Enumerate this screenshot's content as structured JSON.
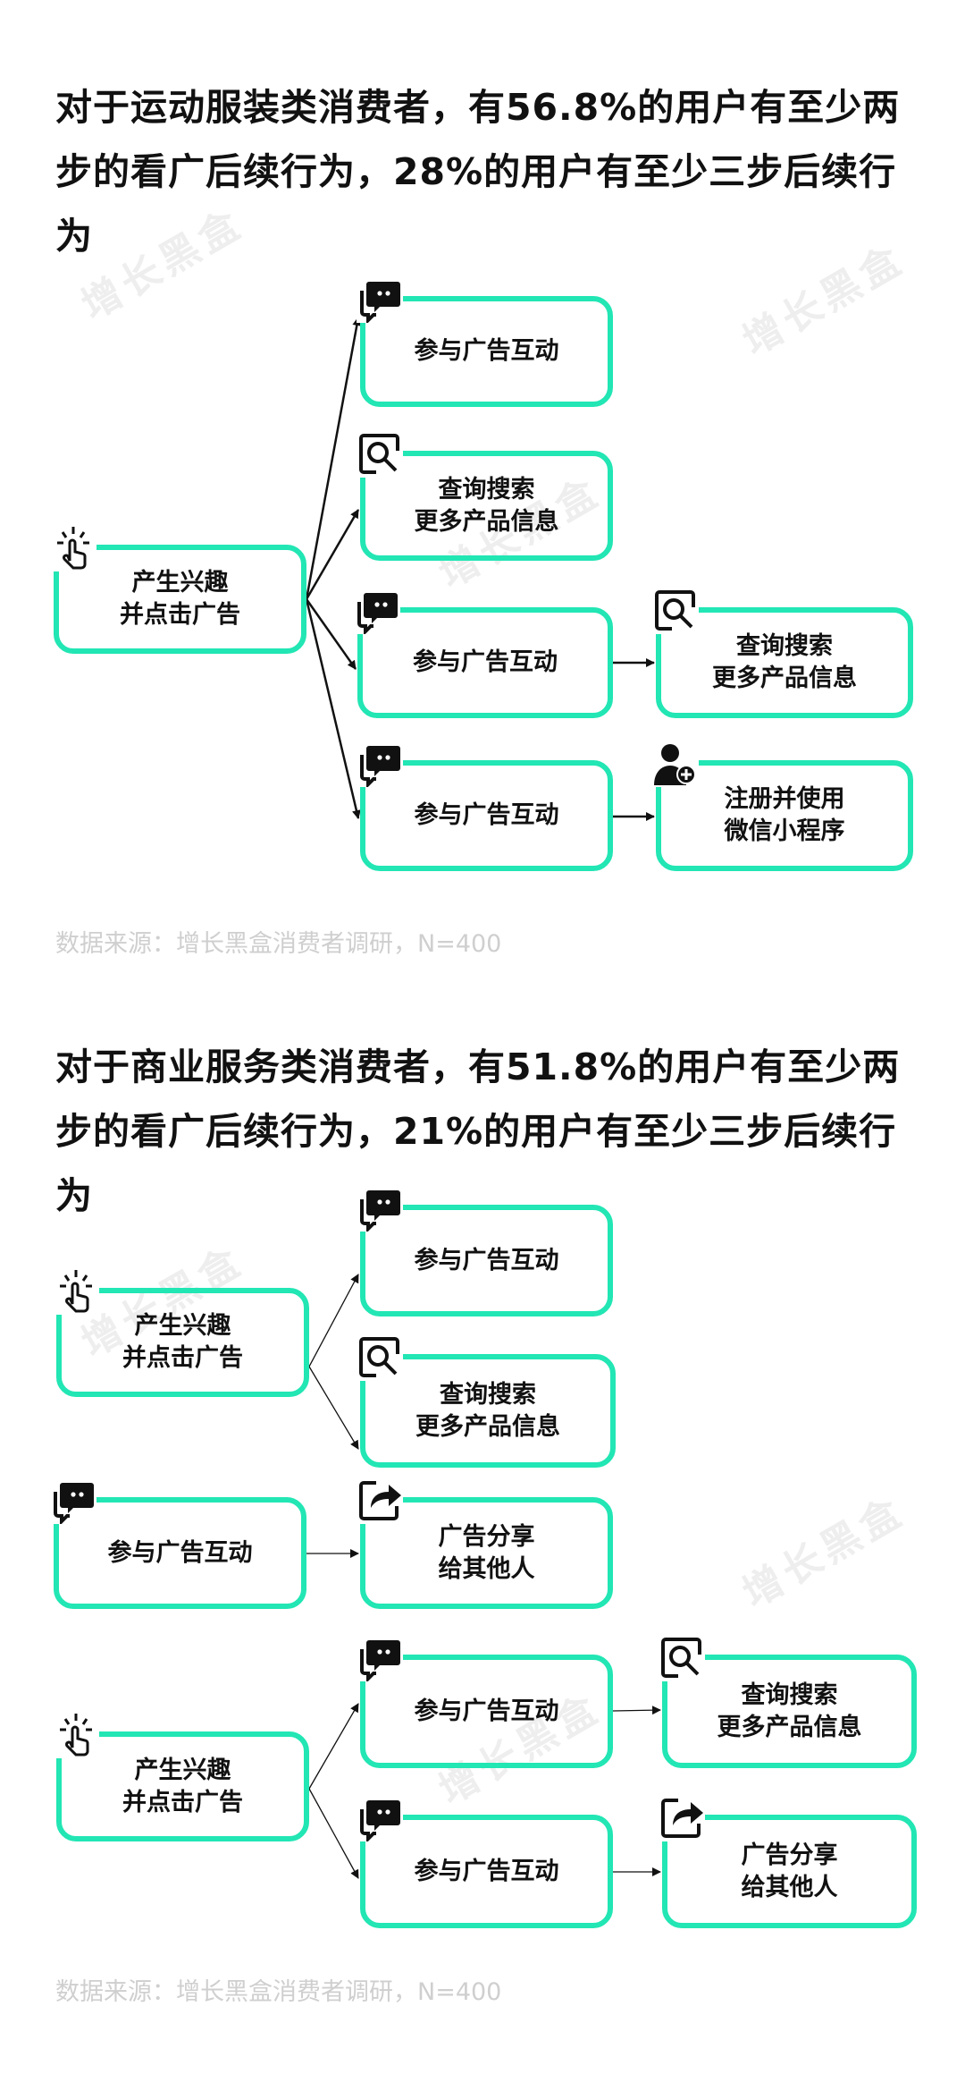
{
  "section1": {
    "title": "对于运动服装类消费者，有56.8%的用户有至少两步的看广后续行为，28%的用户有至少三步后续行为",
    "root": "产生兴趣\n并点击广告",
    "b1": "参与广告互动",
    "b2": "查询搜索\n更多产品信息",
    "b3": "参与广告互动",
    "b3b": "查询搜索\n更多产品信息",
    "b4": "参与广告互动",
    "b4b": "注册并使用\n微信小程序",
    "source": "数据来源：增长黑盒消费者调研，N=400"
  },
  "section2": {
    "title": "对于商业服务类消费者，有51.8%的用户有至少两步的看广后续行为，21%的用户有至少三步后续行为",
    "root1": "产生兴趣\n并点击广告",
    "c1": "参与广告互动",
    "c2": "查询搜索\n更多产品信息",
    "d1": "参与广告互动",
    "d2": "广告分享\n给其他人",
    "root2": "产生兴趣\n并点击广告",
    "e1": "参与广告互动",
    "e1b": "查询搜索\n更多产品信息",
    "e2": "参与广告互动",
    "e2b": "广告分享\n给其他人",
    "source": "数据来源：增长黑盒消费者调研，N=400"
  },
  "watermark": "增长黑盒",
  "colors": {
    "border": "#22e6b4",
    "text": "#111111",
    "source": "#cfcfcf"
  }
}
